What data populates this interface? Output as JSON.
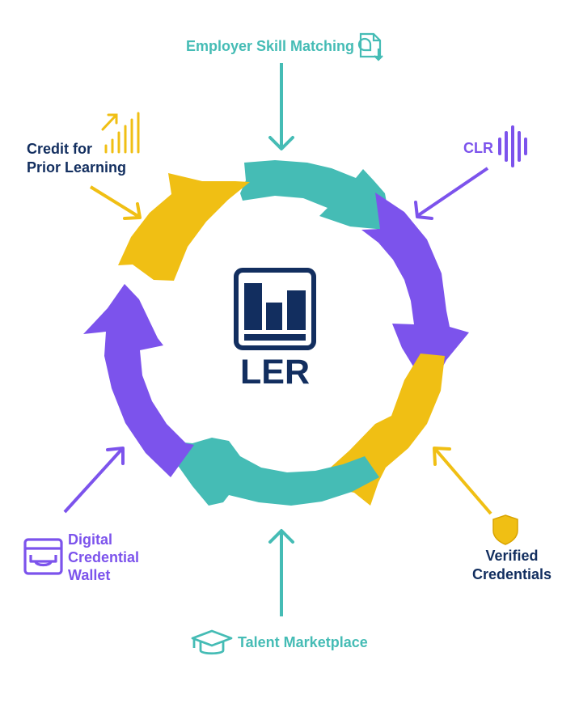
{
  "center": {
    "label": "LER"
  },
  "colors": {
    "teal": "#45BCB5",
    "purple": "#7C53EC",
    "yellow": "#F0BF14",
    "navy": "#122E5F"
  },
  "nodes": {
    "employer": {
      "label": "Employer Skill Matching",
      "icon": "document-chart-download-icon",
      "color": "#45BCB5"
    },
    "clr": {
      "label": "CLR",
      "icon": "sound-wave-bars-icon",
      "color": "#7C53EC"
    },
    "cpl": {
      "line1": "Credit for",
      "line2": "Prior Learning",
      "icon": "rising-bars-arrow-icon",
      "color": "#122E5F"
    },
    "verified": {
      "line1": "Verified",
      "line2": "Credentials",
      "icon": "shield-icon",
      "color": "#122E5F"
    },
    "wallet": {
      "line1": "Digital",
      "line2": "Credential",
      "line3": "Wallet",
      "icon": "wallet-icon",
      "color": "#7C53EC"
    },
    "talent": {
      "label": "Talent Marketplace",
      "icon": "graduation-cap-icon",
      "color": "#45BCB5"
    }
  }
}
